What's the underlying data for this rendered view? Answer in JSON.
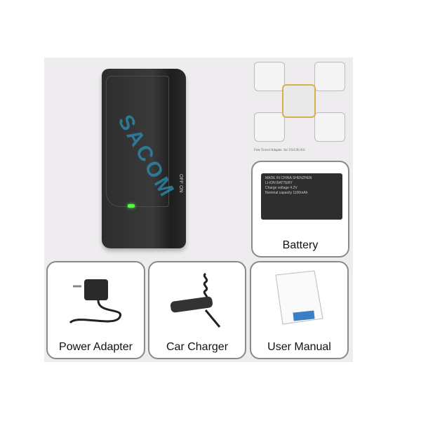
{
  "product": {
    "watermark": "SACOM",
    "switch_labels": "OFF ON"
  },
  "travel_adapter": {
    "caption": "Free Travel Adapter",
    "caption_suffix": "for US/UK/AU"
  },
  "battery": {
    "label": "Battery",
    "print_lines": [
      "MADE IN CHINA SHENZHEN",
      "LI-ION BATTERY",
      "Charge voltage 4.2V",
      "Nominal capacity 1100mAh"
    ]
  },
  "accessories": [
    {
      "label": "Power Adapter"
    },
    {
      "label": "Car Charger"
    },
    {
      "label": "User Manual"
    }
  ]
}
